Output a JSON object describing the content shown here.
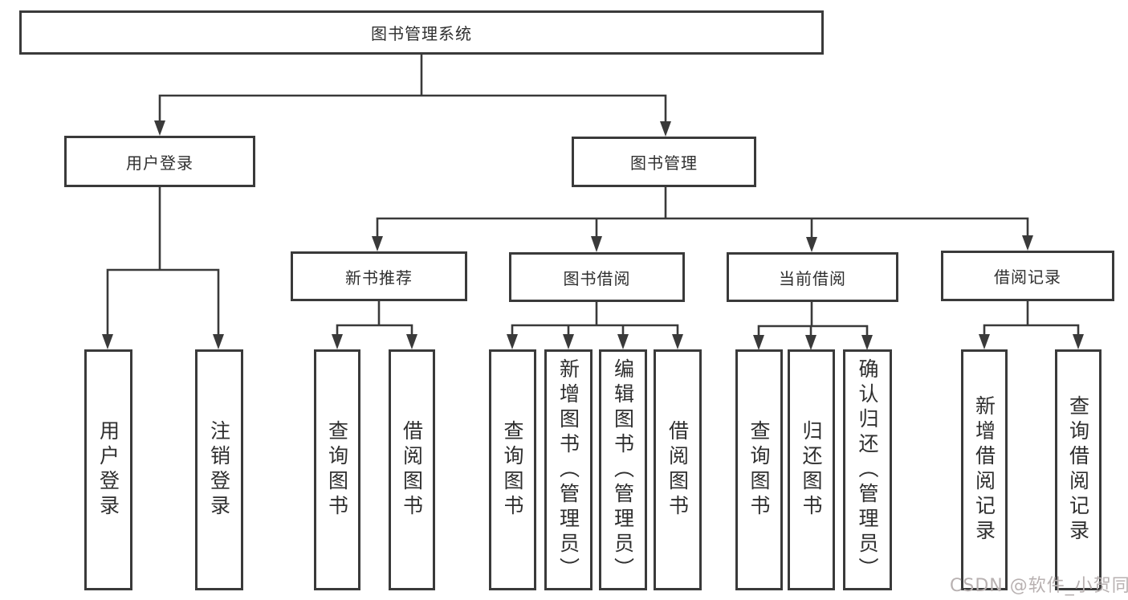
{
  "colors": {
    "line": "#3a3a3a",
    "box-border": "#3a3a3a",
    "text": "#2f2f2f",
    "watermark": "#b8b1b1",
    "bg": "#ffffff"
  },
  "watermark": "CSDN @软件_小贺同学",
  "tree": {
    "root": {
      "label": "图书管理系统"
    },
    "children": [
      {
        "label": "用户登录",
        "children": [
          {
            "label": "用户登录"
          },
          {
            "label": "注销登录"
          }
        ]
      },
      {
        "label": "图书管理",
        "children": [
          {
            "label": "新书推荐",
            "children": [
              {
                "label": "查询图书"
              },
              {
                "label": "借阅图书"
              }
            ]
          },
          {
            "label": "图书借阅",
            "children": [
              {
                "label": "查询图书"
              },
              {
                "label": "新增图书（管理员）"
              },
              {
                "label": "编辑图书（管理员）"
              },
              {
                "label": "借阅图书"
              }
            ]
          },
          {
            "label": "当前借阅",
            "children": [
              {
                "label": "查询图书"
              },
              {
                "label": "归还图书"
              },
              {
                "label": "确认归还（管理员）"
              }
            ]
          },
          {
            "label": "借阅记录",
            "children": [
              {
                "label": "新增借阅记录"
              },
              {
                "label": "查询借阅记录"
              }
            ]
          }
        ]
      }
    ]
  }
}
